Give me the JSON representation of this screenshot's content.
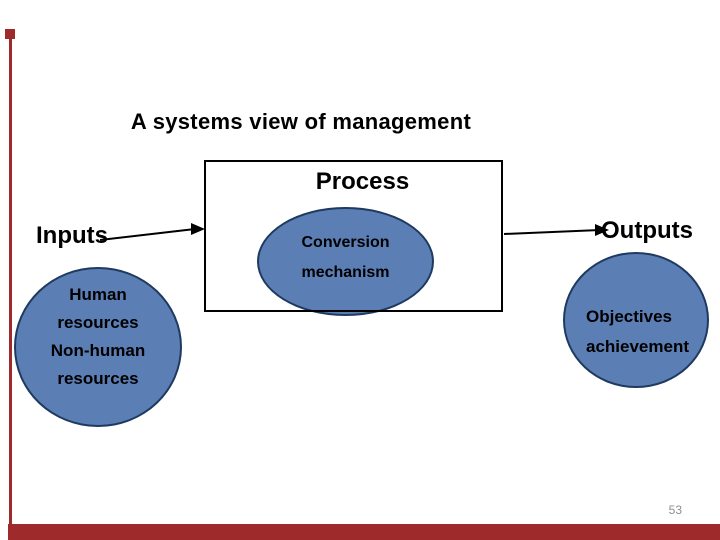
{
  "slide": {
    "title": "A systems view of management",
    "page_number": "53",
    "labels": {
      "process": "Process",
      "inputs": "Inputs",
      "outputs": "Outputs"
    },
    "nodes": {
      "conversion": {
        "lines": [
          "Conversion",
          "mechanism"
        ]
      },
      "input_resources": {
        "lines": [
          "Human",
          "resources",
          "Non-human",
          "resources"
        ]
      },
      "objectives": {
        "lines": [
          "Objectives",
          "achievement"
        ]
      }
    },
    "colors": {
      "accent_red": "#9e2a2b",
      "ellipse_fill": "#5b7eb5",
      "ellipse_stroke": "#1f3a5f",
      "page_gray": "#8f8f8f"
    }
  }
}
